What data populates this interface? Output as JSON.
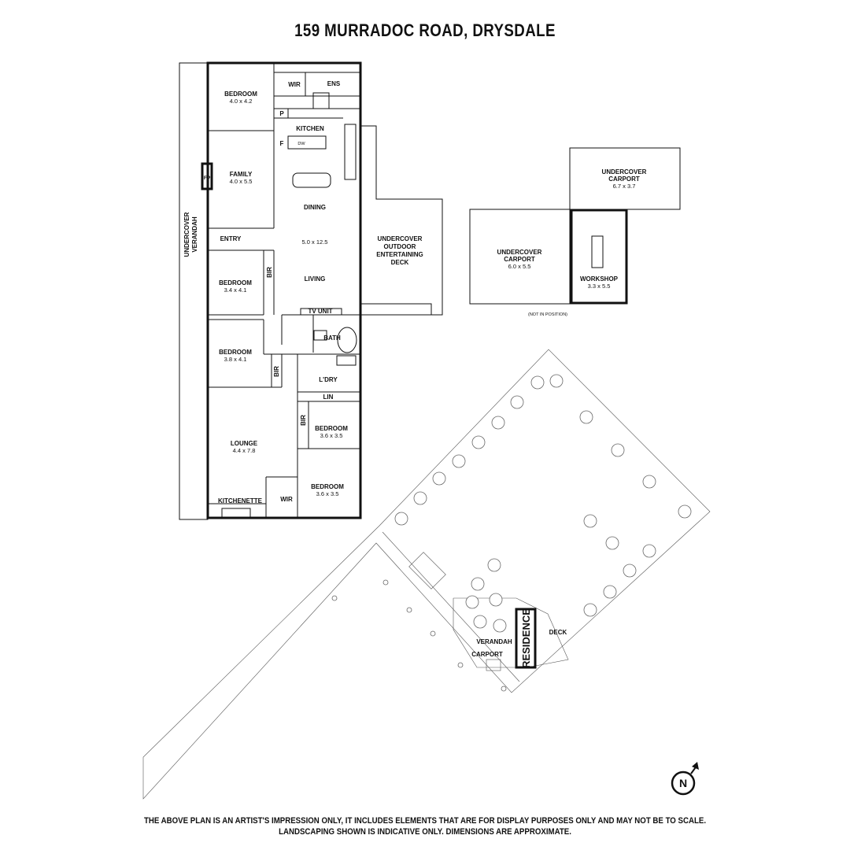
{
  "title": "159 MURRADOC ROAD, DRYSDALE",
  "rooms": {
    "bedroom1": {
      "name": "BEDROOM",
      "dims": "4.0 x 4.2"
    },
    "wir1": {
      "name": "WIR"
    },
    "ens": {
      "name": "ENS"
    },
    "pantry": {
      "name": "P"
    },
    "kitchen": {
      "name": "KITCHEN"
    },
    "fridge": {
      "name": "F"
    },
    "dishwasher": {
      "name": "DW"
    },
    "family": {
      "name": "FAMILY",
      "dims": "4.0 x 5.5"
    },
    "fp": {
      "name": "FP"
    },
    "dining": {
      "name": "DINING"
    },
    "verandah_main": {
      "name1": "UNDERCOVER",
      "name2": "VERANDAH"
    },
    "entry": {
      "name": "ENTRY"
    },
    "living_dims": {
      "dims": "5.0 x 12.5"
    },
    "living": {
      "name": "LIVING"
    },
    "bedroom2": {
      "name": "BEDROOM",
      "dims": "3.4 x 4.1"
    },
    "bir1": {
      "name": "BIR"
    },
    "tvunit": {
      "name": "TV UNIT"
    },
    "bath": {
      "name": "BATH"
    },
    "bedroom3": {
      "name": "BEDROOM",
      "dims": "3.8 x 4.1"
    },
    "bir2": {
      "name": "BIR"
    },
    "ldry": {
      "name": "L'DRY"
    },
    "lin": {
      "name": "LIN"
    },
    "bedroom4": {
      "name": "BEDROOM",
      "dims": "3.6 x 3.5"
    },
    "bir3": {
      "name": "BIR"
    },
    "lounge": {
      "name": "LOUNGE",
      "dims": "4.4 x 7.8"
    },
    "bedroom5": {
      "name": "BEDROOM",
      "dims": "3.6 x 3.5"
    },
    "wir2": {
      "name": "WIR"
    },
    "kitchenette": {
      "name": "KITCHENETTE"
    },
    "deck": {
      "name1": "UNDERCOVER",
      "name2": "OUTDOOR",
      "name3": "ENTERTAINING",
      "name4": "DECK"
    }
  },
  "outbuildings": {
    "carport1": {
      "name1": "UNDERCOVER",
      "name2": "CARPORT",
      "dims": "6.7 x 3.7"
    },
    "carport2": {
      "name1": "UNDERCOVER",
      "name2": "CARPORT",
      "dims": "6.0 x 5.5"
    },
    "workshop": {
      "name": "WORKSHOP",
      "dims": "3.3 x 5.5"
    },
    "note": "(NOT IN POSITION)"
  },
  "site": {
    "residence": "RESIDENCE",
    "deck": "DECK",
    "verandah": "VERANDAH",
    "carport": "CARPORT"
  },
  "compass": {
    "letter": "N"
  },
  "disclaimer": {
    "line1": "THE ABOVE PLAN IS AN ARTIST'S IMPRESSION ONLY, IT INCLUDES ELEMENTS THAT ARE FOR DISPLAY PURPOSES ONLY AND MAY NOT BE TO SCALE.",
    "line2": "LANDSCAPING SHOWN IS INDICATIVE ONLY. DIMENSIONS ARE APPROXIMATE."
  }
}
